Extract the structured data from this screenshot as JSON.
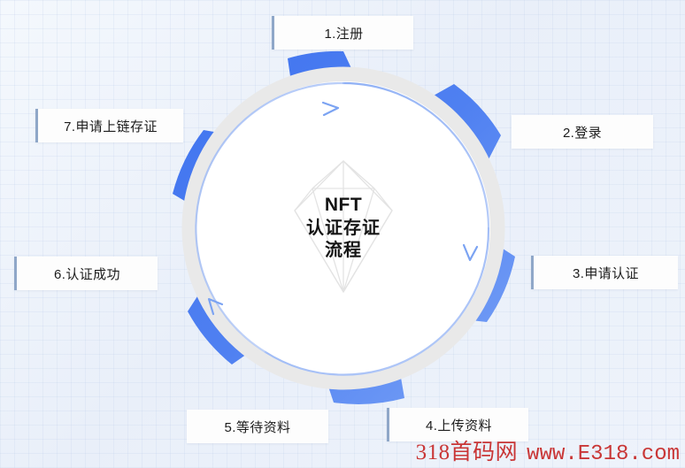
{
  "diagram": {
    "title_lines": {
      "line1": "NFT",
      "line2": "认证存证",
      "line3": "流程"
    },
    "flow_direction": "clockwise",
    "step_count": 7,
    "steps": [
      {
        "id": "step-1",
        "label": "1.注册",
        "position": "top"
      },
      {
        "id": "step-2",
        "label": "2.登录",
        "position": "upper-right"
      },
      {
        "id": "step-3",
        "label": "3.申请认证",
        "position": "right"
      },
      {
        "id": "step-4",
        "label": "4.上传资料",
        "position": "lower-right"
      },
      {
        "id": "step-5",
        "label": "5.等待资料",
        "position": "lower-left"
      },
      {
        "id": "step-6",
        "label": "6.认证成功",
        "position": "left"
      },
      {
        "id": "step-7",
        "label": "7.申请上链存证",
        "position": "upper-left"
      }
    ]
  },
  "watermark": {
    "brand": "318首码网",
    "url": "www.E318.com"
  },
  "colors": {
    "gear_blue": "#4d7ef0",
    "gear_blue_light": "#6f9bf5",
    "inner_ring_gray": "#e8e8e8",
    "background": "#eef2fa",
    "box_background": "#fdfdfd",
    "box_accent": "#8fa7c8",
    "text": "#1c1c1c",
    "watermark_red": "#c93636"
  }
}
